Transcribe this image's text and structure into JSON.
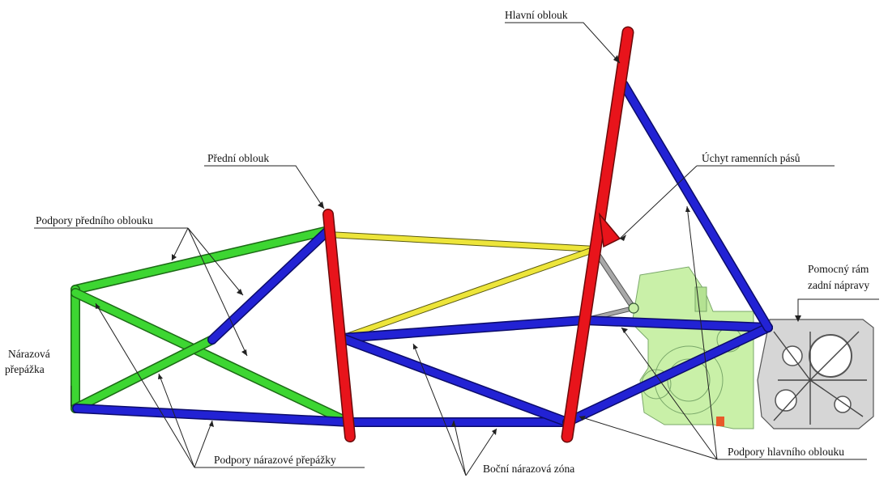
{
  "labels": {
    "hlavni_oblouk": "Hlavní oblouk",
    "predni_oblouk": "Přední oblouk",
    "uchyt_ramennich_pasu": "Úchyt ramenních pásů",
    "podpory_predniho_oblouku": "Podpory předního oblouku",
    "pomocny_ram_line1": "Pomocný rám",
    "pomocny_ram_line2": "zadní nápravy",
    "narazova_prepazka_line1": "Nárazová",
    "narazova_prepazka_line2": "přepážka",
    "podpory_narazove_prepazky": "Podpory nárazové přepážky",
    "bocni_narazova_zona": "Boční nárazová zóna",
    "podpory_hlavniho_oblouku": "Podpory hlavního oblouku"
  },
  "colors": {
    "main_hoop": "#e8141b",
    "side_impact": "#1f1fcf",
    "front_support": "#35d12a",
    "diagonal": "#e3dd2e",
    "engine": "#c9f0a8",
    "subframe": "#8a8a8a",
    "harness_bar": "#9a9a9a"
  }
}
